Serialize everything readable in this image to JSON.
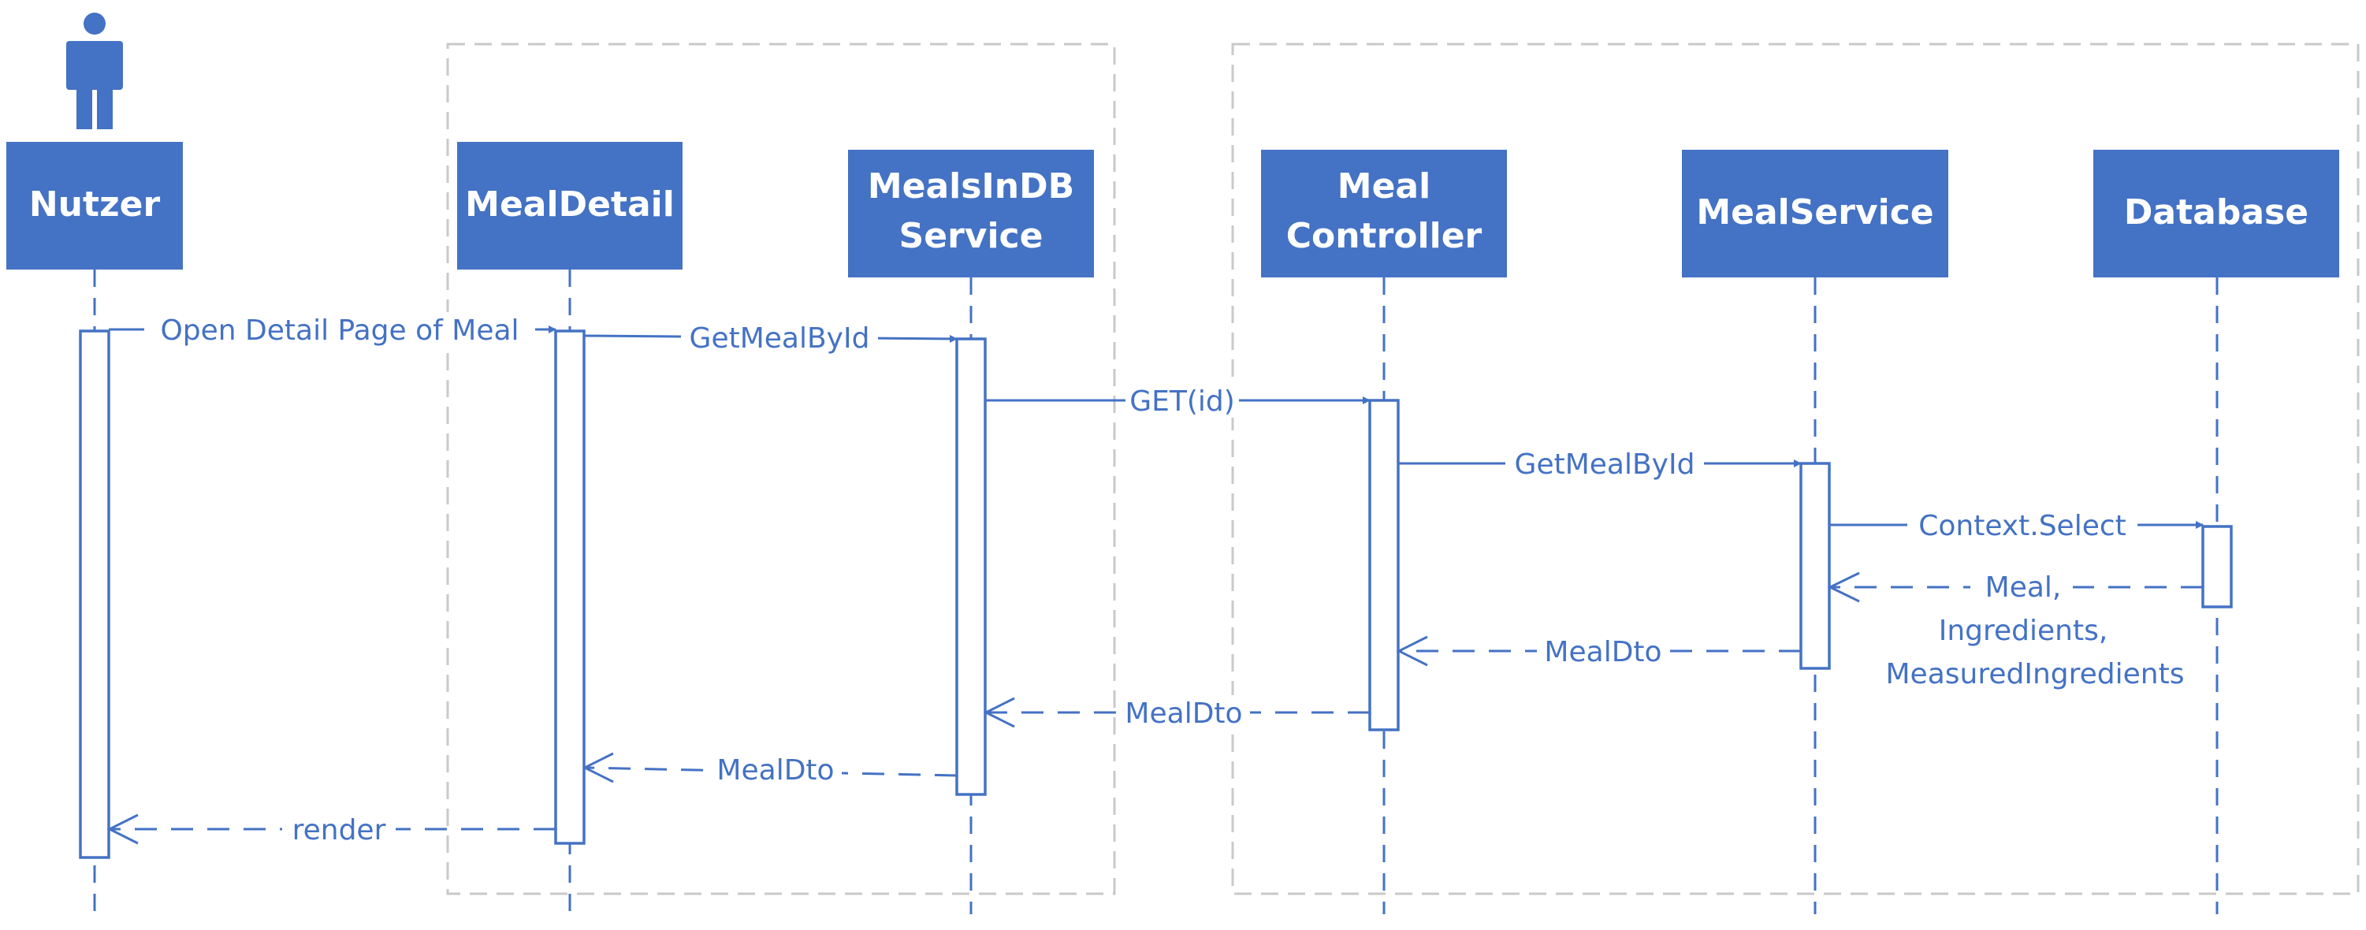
{
  "colors": {
    "primary": "#4472c4",
    "group_border": "#c9c9c9",
    "background": "#ffffff"
  },
  "actor": {
    "icon": "person-icon",
    "label": "Nutzer"
  },
  "participants": [
    {
      "id": "mealdetail",
      "lines": [
        "MealDetail"
      ]
    },
    {
      "id": "mealsindbservice",
      "lines": [
        "MealsInDB",
        "Service"
      ]
    },
    {
      "id": "mealcontroller",
      "lines": [
        "Meal",
        "Controller"
      ]
    },
    {
      "id": "mealservice",
      "lines": [
        "MealService"
      ]
    },
    {
      "id": "database",
      "lines": [
        "Database"
      ]
    }
  ],
  "messages": [
    {
      "from": "Nutzer",
      "to": "MealDetail",
      "kind": "sync",
      "lines": [
        "Open Detail Page of Meal"
      ]
    },
    {
      "from": "MealDetail",
      "to": "MealsInDB Service",
      "kind": "sync",
      "lines": [
        "GetMealById"
      ]
    },
    {
      "from": "MealsInDB Service",
      "to": "Meal Controller",
      "kind": "sync",
      "lines": [
        "GET(id)"
      ]
    },
    {
      "from": "Meal Controller",
      "to": "MealService",
      "kind": "sync",
      "lines": [
        "GetMealById"
      ]
    },
    {
      "from": "MealService",
      "to": "Database",
      "kind": "sync",
      "lines": [
        "Context.Select"
      ]
    },
    {
      "from": "Database",
      "to": "MealService",
      "kind": "return",
      "lines": [
        "Meal,",
        "Ingredients,",
        "MeasuredIngredients"
      ]
    },
    {
      "from": "MealService",
      "to": "Meal Controller",
      "kind": "return",
      "lines": [
        "MealDto"
      ]
    },
    {
      "from": "Meal Controller",
      "to": "MealsInDB Service",
      "kind": "return",
      "lines": [
        "MealDto"
      ]
    },
    {
      "from": "MealsInDB Service",
      "to": "MealDetail",
      "kind": "return",
      "lines": [
        "MealDto"
      ]
    },
    {
      "from": "MealDetail",
      "to": "Nutzer",
      "kind": "return",
      "lines": [
        "render"
      ]
    }
  ]
}
